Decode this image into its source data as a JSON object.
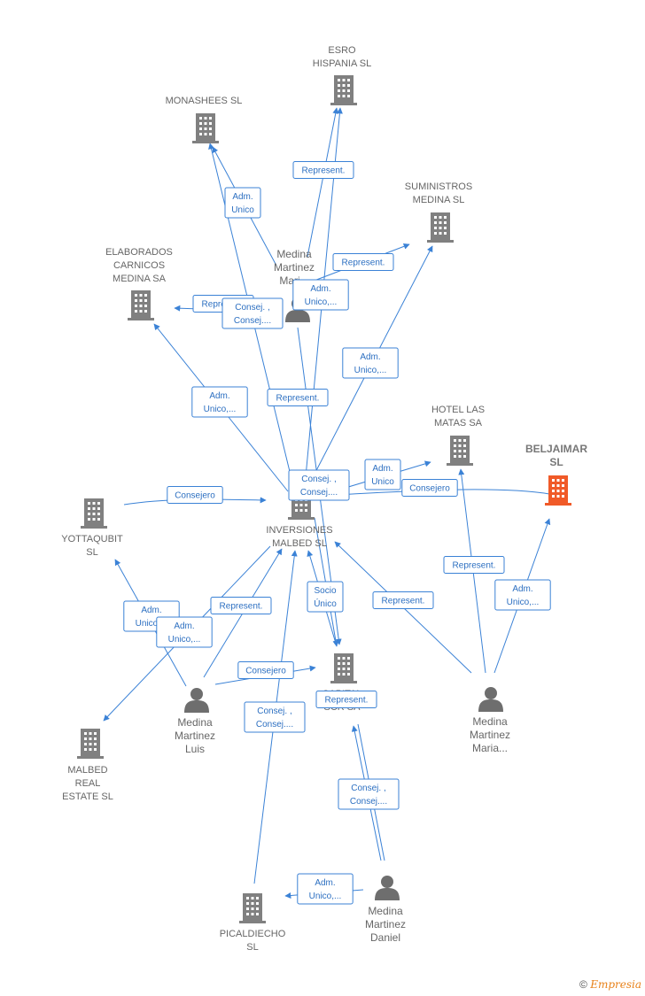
{
  "companies": [
    {
      "id": "esro",
      "lines": [
        "ESRO",
        "HISPANIA  SL"
      ]
    },
    {
      "id": "monashees",
      "lines": [
        "MONASHEES SL"
      ]
    },
    {
      "id": "suministros",
      "lines": [
        "SUMINISTROS",
        "MEDINA SL"
      ]
    },
    {
      "id": "elaborados",
      "lines": [
        "ELABORADOS",
        "CARNICOS",
        "MEDINA SA"
      ]
    },
    {
      "id": "hotel",
      "lines": [
        "HOTEL LAS",
        "MATAS SA"
      ]
    },
    {
      "id": "beljaimar",
      "lines": [
        "BELJAIMAR",
        "SL"
      ],
      "highlight": true
    },
    {
      "id": "yottaqubit",
      "lines": [
        "YOTTAQUBIT",
        "SL"
      ]
    },
    {
      "id": "inversiones",
      "lines": [
        "INVERSIONES",
        "MALBED SL"
      ]
    },
    {
      "id": "capital",
      "lines": [
        "CAPITAL",
        "SCR SA"
      ]
    },
    {
      "id": "malbed",
      "lines": [
        "MALBED",
        "REAL",
        "ESTATE  SL"
      ]
    },
    {
      "id": "picaldiecho",
      "lines": [
        "PICALDIECHO",
        "SL"
      ]
    }
  ],
  "persons": [
    {
      "id": "maria_top",
      "lines": [
        "Medina",
        "Martinez",
        "Mari..."
      ]
    },
    {
      "id": "luis",
      "lines": [
        "Medina",
        "Martinez",
        "Luis"
      ]
    },
    {
      "id": "maria",
      "lines": [
        "Medina",
        "Martinez",
        "Maria..."
      ]
    },
    {
      "id": "daniel",
      "lines": [
        "Medina",
        "Martinez",
        "Daniel"
      ]
    }
  ],
  "edge_labels": [
    {
      "id": "e1",
      "lines": [
        "Represent."
      ]
    },
    {
      "id": "e2",
      "lines": [
        "Adm.",
        "Unico"
      ]
    },
    {
      "id": "e3",
      "lines": [
        "Represent."
      ]
    },
    {
      "id": "e4",
      "lines": [
        "Adm.",
        "Unico,..."
      ]
    },
    {
      "id": "e5",
      "lines": [
        "Represent."
      ]
    },
    {
      "id": "e6",
      "lines": [
        "Consej. ,",
        "Consej...."
      ]
    },
    {
      "id": "e7",
      "lines": [
        "Adm.",
        "Unico,..."
      ]
    },
    {
      "id": "e8",
      "lines": [
        "Adm.",
        "Unico,..."
      ]
    },
    {
      "id": "e9",
      "lines": [
        "Represent."
      ]
    },
    {
      "id": "e10",
      "lines": [
        "Consej. ,",
        "Consej...."
      ]
    },
    {
      "id": "e11",
      "lines": [
        "Adm.",
        "Unico"
      ]
    },
    {
      "id": "e12",
      "lines": [
        "Consejero"
      ]
    },
    {
      "id": "e13",
      "lines": [
        "Consejero"
      ]
    },
    {
      "id": "e14",
      "lines": [
        "Represent."
      ]
    },
    {
      "id": "e15",
      "lines": [
        "Adm.",
        "Unico,..."
      ]
    },
    {
      "id": "e16",
      "lines": [
        "Socio",
        "Único"
      ]
    },
    {
      "id": "e17",
      "lines": [
        "Represent."
      ]
    },
    {
      "id": "e18",
      "lines": [
        "Adm.",
        "Unico,..."
      ]
    },
    {
      "id": "e19",
      "lines": [
        "Adm.",
        "Unico,..."
      ]
    },
    {
      "id": "e20",
      "lines": [
        "Represent."
      ]
    },
    {
      "id": "e21",
      "lines": [
        "Consejero"
      ]
    },
    {
      "id": "e22",
      "lines": [
        "Represent."
      ]
    },
    {
      "id": "e23",
      "lines": [
        "Consej. ,",
        "Consej...."
      ]
    },
    {
      "id": "e24",
      "lines": [
        "Consej. ,",
        "Consej...."
      ]
    },
    {
      "id": "e25",
      "lines": [
        "Adm.",
        "Unico,..."
      ]
    }
  ],
  "credit": {
    "symbol": "©",
    "brand": "Empresia"
  },
  "colors": {
    "edge": "#3b82d6",
    "company": "#808080",
    "highlight": "#f05a28",
    "person": "#6e6e6e"
  }
}
